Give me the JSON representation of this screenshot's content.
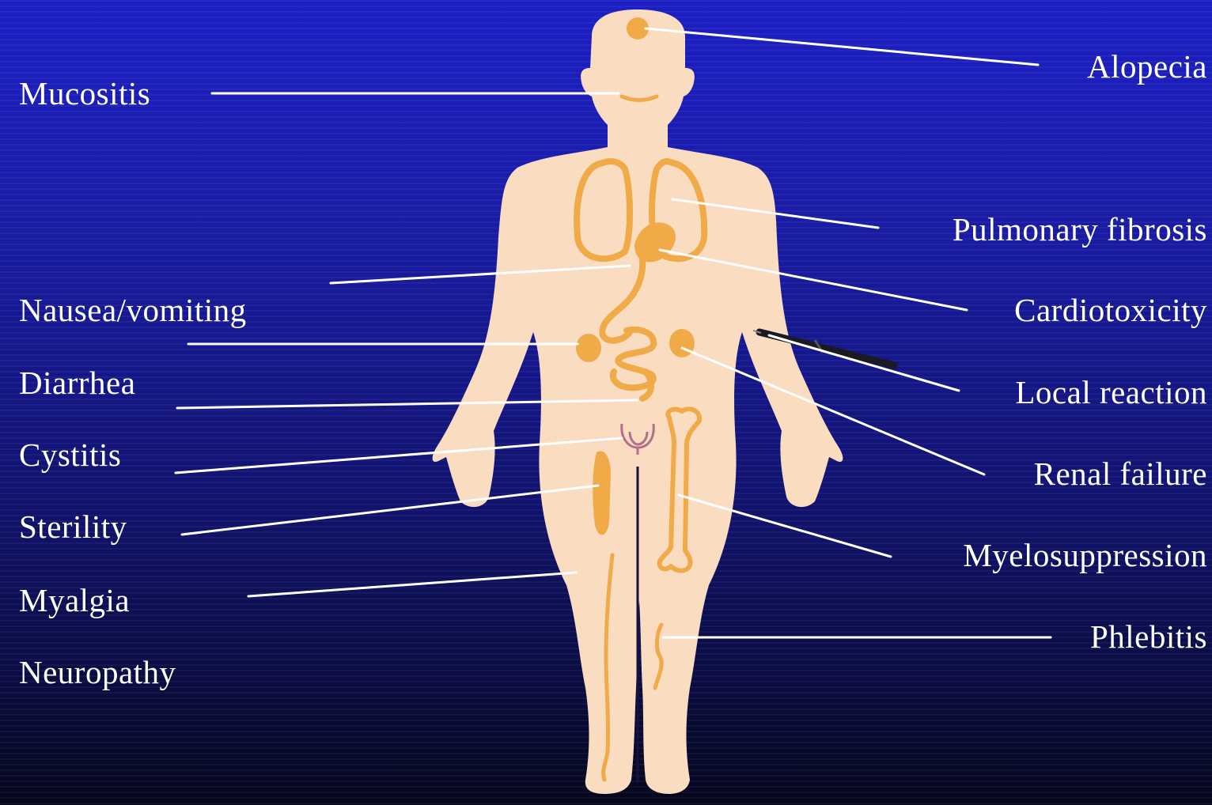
{
  "colors": {
    "background_top": "#1c1fc4",
    "background_bottom": "#05061c",
    "body": "#fadcc0",
    "organs": "#f0aa48",
    "bladder": "#b0708a",
    "leader_lines": "#ffffff",
    "label_text": "#ffffff"
  },
  "labels": {
    "left": [
      {
        "id": "mucositis",
        "text": "Mucositis"
      },
      {
        "id": "nausea",
        "text": "Nausea/vomiting"
      },
      {
        "id": "diarrhea",
        "text": "Diarrhea"
      },
      {
        "id": "cystitis",
        "text": "Cystitis"
      },
      {
        "id": "sterility",
        "text": "Sterility"
      },
      {
        "id": "myalgia",
        "text": "Myalgia"
      },
      {
        "id": "neuropathy",
        "text": "Neuropathy"
      }
    ],
    "right": [
      {
        "id": "alopecia",
        "text": "Alopecia"
      },
      {
        "id": "pulmonary",
        "text": "Pulmonary fibrosis"
      },
      {
        "id": "cardio",
        "text": "Cardiotoxicity"
      },
      {
        "id": "local",
        "text": "Local reaction"
      },
      {
        "id": "renal",
        "text": "Renal failure"
      },
      {
        "id": "myelo",
        "text": "Myelosuppression"
      },
      {
        "id": "phlebitis",
        "text": "Phlebitis"
      }
    ]
  },
  "icons": {
    "figure": "human-body-icon",
    "syringe": "syringe-icon"
  }
}
